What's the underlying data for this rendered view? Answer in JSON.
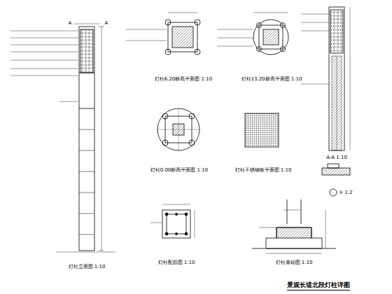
{
  "diagram": {
    "title": "景观长堤北段灯柱详图",
    "labels": [
      "灯柱立面图 1:10",
      "灯柱6.20标高平面图 1:10",
      "灯柱13.20标高平面图 1:10",
      "A-A 1:10",
      "灯柱0.00标高平面图 1:10",
      "灯柱不锈钢板平面图 1:10",
      "① 1:2",
      "灯柱配筋图 1:10",
      "灯柱基础图 1:10",
      "A",
      "A"
    ]
  }
}
